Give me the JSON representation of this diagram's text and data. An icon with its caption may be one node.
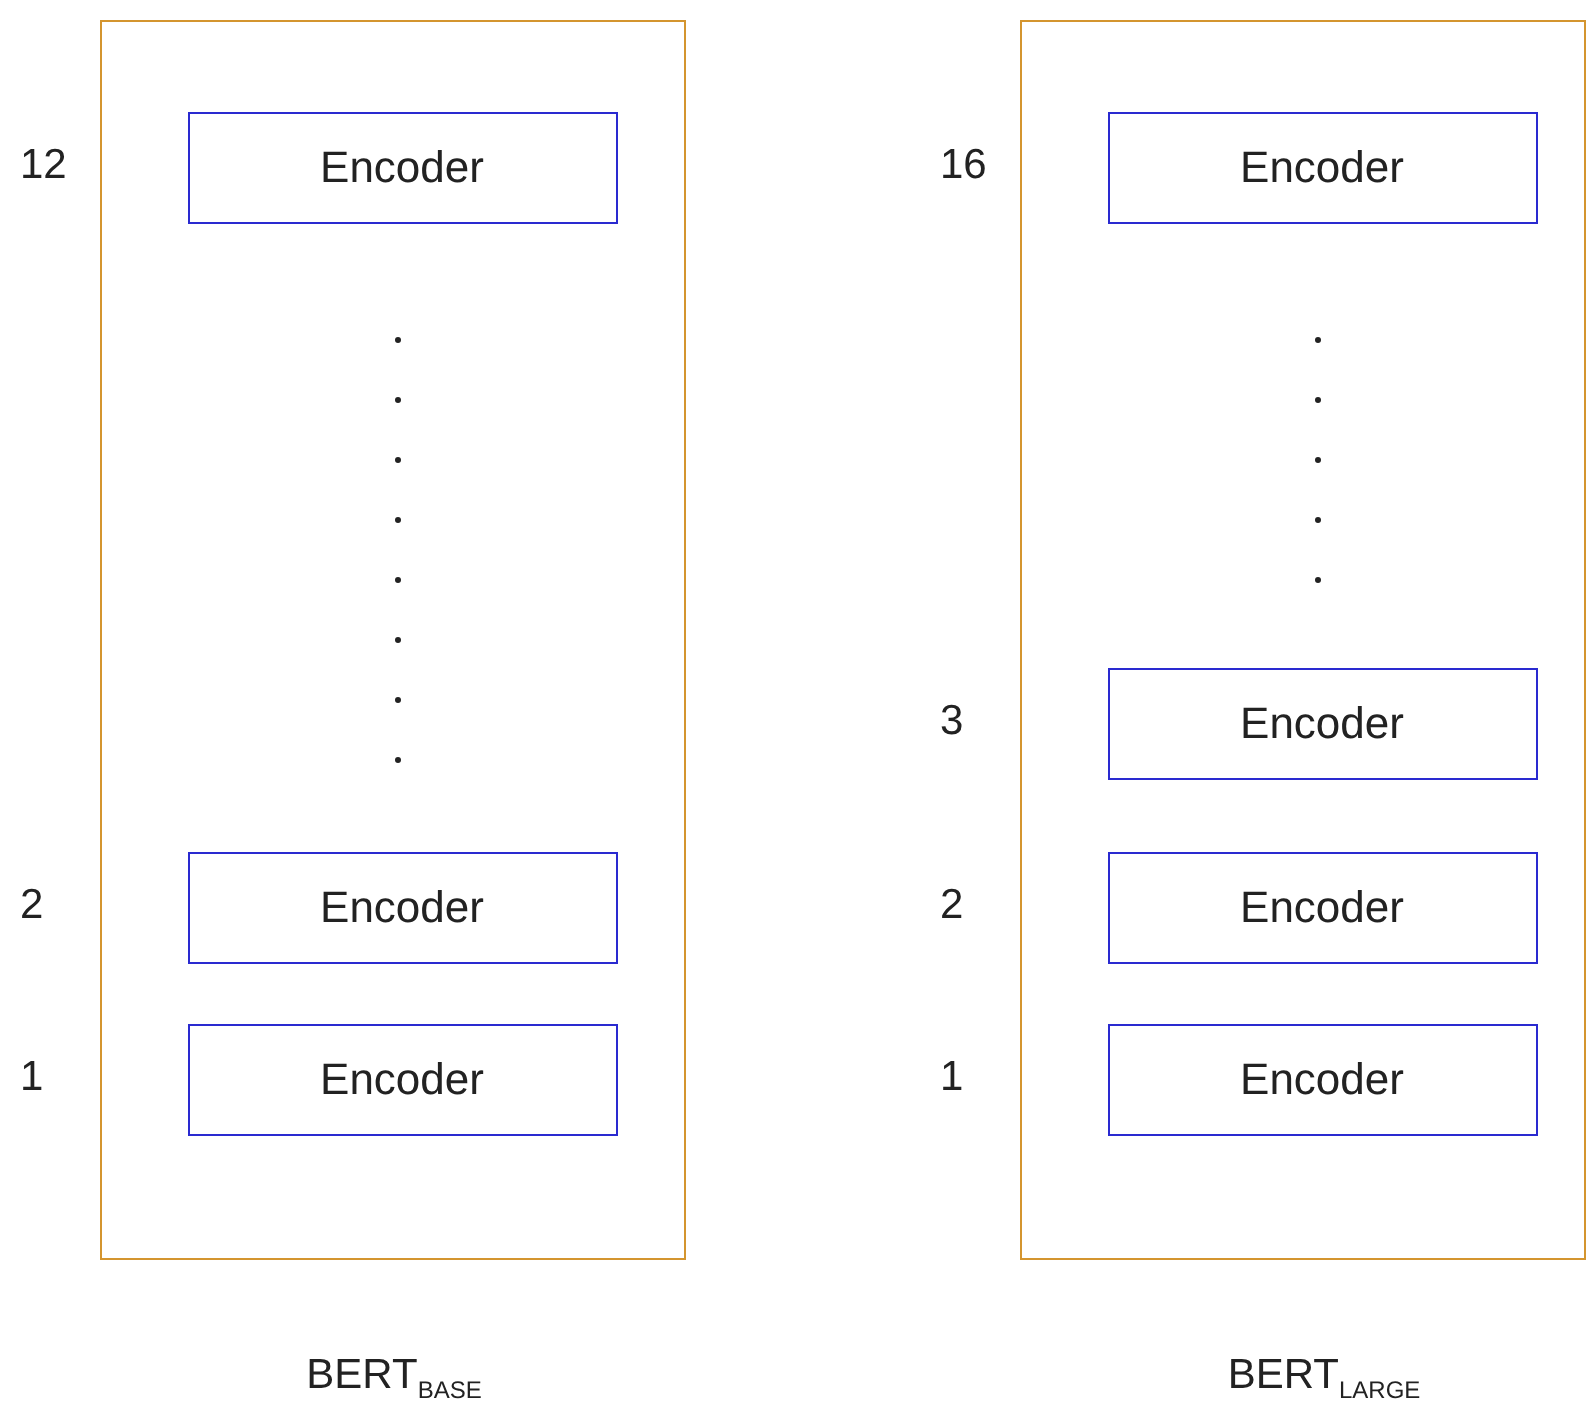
{
  "diagram": {
    "nodes": [
      {
        "text": [
          "BERT$_{BASE}$"
        ]
      },
      {
        "text": [
          "Encoder"
        ],
        "in": 0,
        "beside": [
          "12"
        ]
      },
      {
        "text": [
          "Encoder"
        ],
        "in": 0,
        "beside": [
          "2"
        ]
      },
      {
        "text": [
          "Encoder"
        ],
        "in": 0,
        "beside": [
          "1"
        ]
      },
      {
        "text": [
          "BERT$_{LARGE}$"
        ]
      },
      {
        "text": [
          "Encoder"
        ],
        "in": 4,
        "beside": [
          "16"
        ]
      },
      {
        "text": [
          "Encoder"
        ],
        "in": 4,
        "beside": [
          "3"
        ]
      },
      {
        "text": [
          "Encoder"
        ],
        "in": 4,
        "beside": [
          "2"
        ]
      },
      {
        "text": [
          "Encoder"
        ],
        "in": 4,
        "beside": [
          "1"
        ]
      }
    ],
    "edges": []
  }
}
